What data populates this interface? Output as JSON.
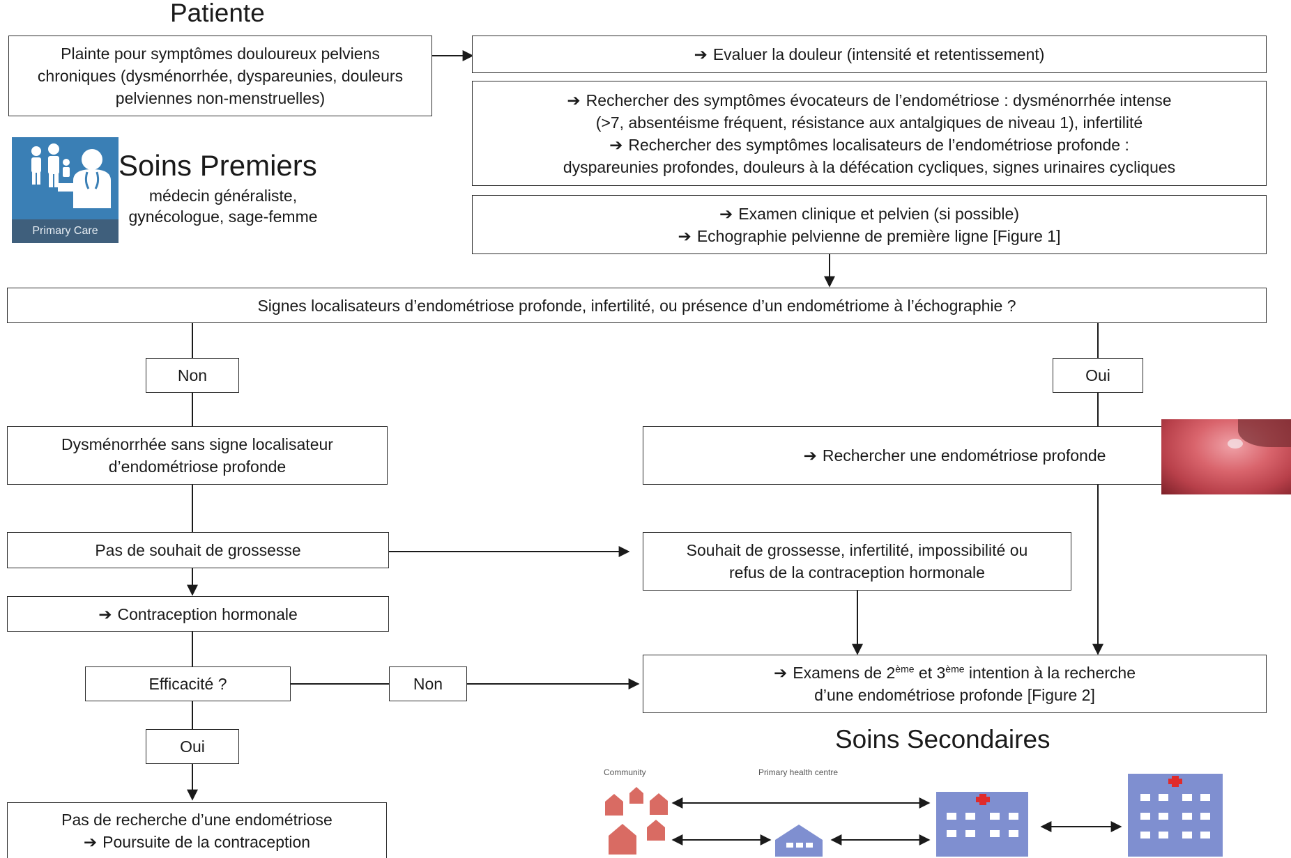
{
  "headings": {
    "patient": "Patiente",
    "primary_care": "Soins Premiers",
    "primary_care_sub": [
      "médecin généraliste,",
      "gynécologue, sage-femme"
    ],
    "secondary_care": "Soins Secondaires"
  },
  "badge": {
    "label": "Primary Care"
  },
  "boxes": {
    "complaint": [
      "Plainte pour symptômes douloureux pelviens",
      "chroniques (dysménorrhée, dyspareunies, douleurs",
      "pelviennes non-menstruelles)"
    ],
    "evaluate": "Evaluer la douleur (intensité et retentissement)",
    "search_symptoms": [
      "Rechercher des symptômes évocateurs de l’endométriose : dysménorrhée intense",
      "(>7, absentéisme fréquent, résistance aux antalgiques de niveau 1), infertilité",
      "Rechercher des symptômes localisateurs de l’endométriose profonde :",
      "dyspareunies profondes, douleurs à la défécation cycliques, signes urinaires cycliques"
    ],
    "exam": [
      "Examen clinique et pelvien (si possible)",
      "Echographie pelvienne de première ligne [Figure 1]"
    ],
    "question": "Signes localisateurs d’endométriose profonde, infertilité, ou présence d’un endométriome à l’échographie ?",
    "non_1": "Non",
    "oui_1": "Oui",
    "dysmeno": [
      "Dysménorrhée sans signe localisateur",
      "d’endométriose profonde"
    ],
    "search_deep": "Rechercher une endométriose profonde",
    "no_pregnancy": "Pas de souhait de grossesse",
    "pregnancy_wish": [
      "Souhait de grossesse, infertilité, impossibilité ou",
      "refus de la contraception hormonale"
    ],
    "contraception": "Contraception hormonale",
    "efficacy": "Efficacité ?",
    "non_2": "Non",
    "exams_2_3": {
      "p1": "Examens de 2",
      "sup1": "ème",
      "p2": " et 3",
      "sup2": "ème",
      "p3": " intention à la recherche",
      "line2": "d’une endométriose profonde [Figure 2]"
    },
    "oui_2": "Oui",
    "no_search": [
      "Pas de recherche d’une endométriose",
      "Poursuite de la contraception"
    ]
  },
  "health_system_figure": {
    "labels": {
      "community": "Community",
      "primary_health_centre": "Primary health centre"
    }
  },
  "colors": {
    "house_red": "#d96b63",
    "building_blue": "#7f8fd0",
    "cross_red": "#e02b2b",
    "badge_blue": "#3a7fb5"
  },
  "icons": [
    "arrow-right-icon",
    "family-doctor-icon",
    "laparoscopy-photo",
    "house-icon",
    "hospital-icon"
  ]
}
